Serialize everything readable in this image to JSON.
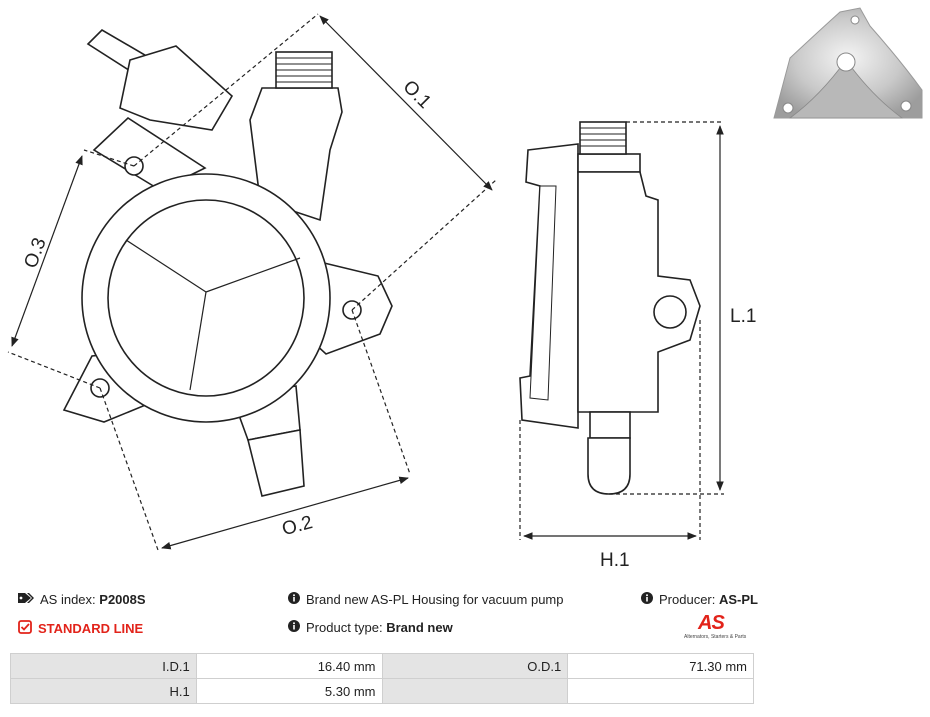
{
  "dimensions": {
    "o1": "O.1",
    "o2": "O.2",
    "o3": "O.3",
    "l1": "L.1",
    "h1": "H.1"
  },
  "info": {
    "as_index_label": "AS index:",
    "as_index_value": "P2008S",
    "line": "STANDARD LINE",
    "description": "Brand new AS-PL Housing for vacuum pump",
    "product_type_label": "Product type:",
    "product_type_value": "Brand new",
    "producer_label": "Producer:",
    "producer_value": "AS-PL"
  },
  "logo": {
    "mark": "AS",
    "tagline": "Alternators, Starters & Parts"
  },
  "specs": [
    [
      {
        "label": "I.D.1",
        "value": "16.40 mm"
      },
      {
        "label": "O.D.1",
        "value": "71.30 mm"
      }
    ],
    [
      {
        "label": "H.1",
        "value": "5.30 mm"
      },
      {
        "label": "",
        "value": ""
      }
    ]
  ],
  "colors": {
    "accent": "#e2231a",
    "label_bg": "#e4e4e4",
    "line": "#222222"
  }
}
